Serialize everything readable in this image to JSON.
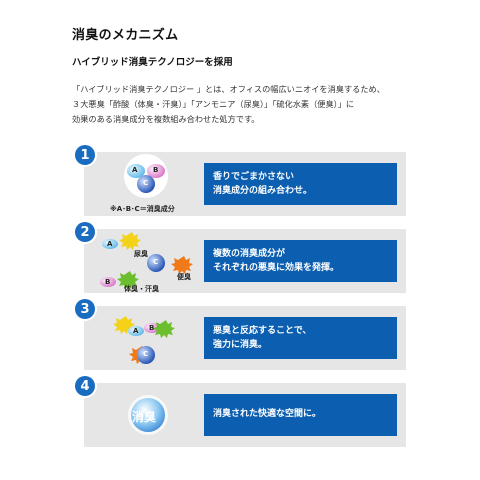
{
  "title": "消臭のメカニズム",
  "subtitle": "ハイブリッド消臭テクノロジーを採用",
  "intro_lines": [
    "「ハイブリッド消臭テクノロジー 」とは、オフィスの幅広いニオイを消臭するため、",
    "３大悪臭「酢酸（体臭・汗臭）」「アンモニア（尿臭）」「硫化水素（便臭）」に",
    "効果のある消臭成分を複数組み合わせた処方です。"
  ],
  "steps": [
    {
      "number": "1",
      "lines": [
        "香りでごまかさない",
        "消臭成分の組み合わせ。"
      ],
      "art_labels": {
        "a": "A",
        "b": "B",
        "c": "C",
        "note": "※A･B･C＝消臭成分"
      }
    },
    {
      "number": "2",
      "lines": [
        "複数の消臭成分が",
        "それぞれの悪臭に効果を発揮。"
      ],
      "art_labels": {
        "a": "A",
        "b": "B",
        "c": "C",
        "urine": "尿臭",
        "stool": "便臭",
        "body": "体臭・汗臭"
      }
    },
    {
      "number": "3",
      "lines": [
        "悪臭と反応することで、",
        "強力に消臭。"
      ],
      "art_labels": {
        "a": "A",
        "b": "B",
        "c": "C"
      }
    },
    {
      "number": "4",
      "lines": [
        "消臭された快適な空間に。"
      ],
      "art_labels": {
        "center": "消臭"
      }
    }
  ],
  "colors": {
    "step_blue": "#1a6cc0",
    "box_blue": "#0c5fb0",
    "panel_gray": "#e6e6e6",
    "sphere_a": "#8fd0f0",
    "sphere_b": "#e88fd8",
    "sphere_c": "#3a6fd0",
    "stink_yellow": "#f4d21a",
    "stink_green": "#6bbf2e",
    "stink_orange": "#f07a1a"
  }
}
